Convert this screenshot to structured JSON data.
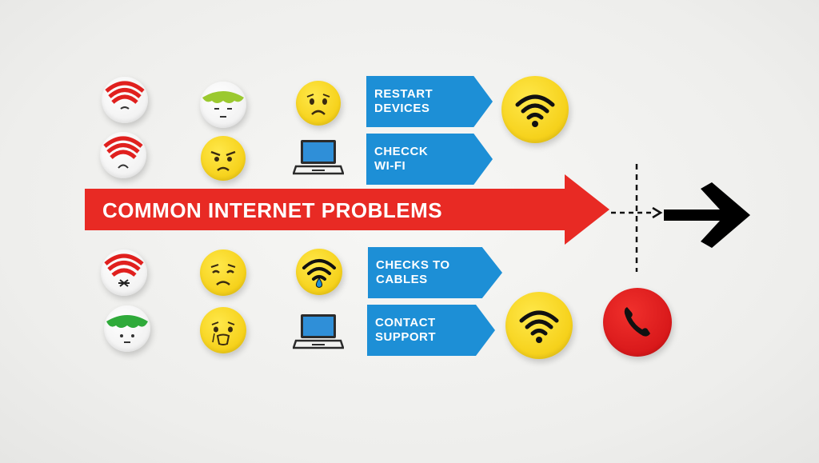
{
  "title": "COMMON INTERNET PROBLEMS",
  "solutions": [
    {
      "label": "RESTART\nDEVICES"
    },
    {
      "label": "CHECCK\nWI-FI"
    },
    {
      "label": "CHECKS TO\nCABLES"
    },
    {
      "label": "CONTACT\nSUPPORT"
    }
  ],
  "colors": {
    "background": "#eeeeec",
    "blue_arrow": "#1d8fd6",
    "red_arrow": "#e82a24",
    "yellow_badge": "#f6d21c",
    "red_badge": "#d8181a"
  },
  "icons": {
    "row1": [
      "weak-wifi-badge-icon",
      "green-top-face-badge-icon",
      "worried-face-icon"
    ],
    "row2": [
      "weak-wifi-badge-icon",
      "angry-face-icon",
      "laptop-icon"
    ],
    "row3": [
      "broken-wifi-badge-icon",
      "sad-face-icon",
      "wifi-drop-badge-icon"
    ],
    "row4": [
      "green-top-face-badge-icon",
      "crying-face-icon",
      "laptop-icon"
    ],
    "results": [
      "wifi-button-icon",
      "wifi-button-icon",
      "phone-button-icon",
      "right-arrow-icon"
    ]
  }
}
